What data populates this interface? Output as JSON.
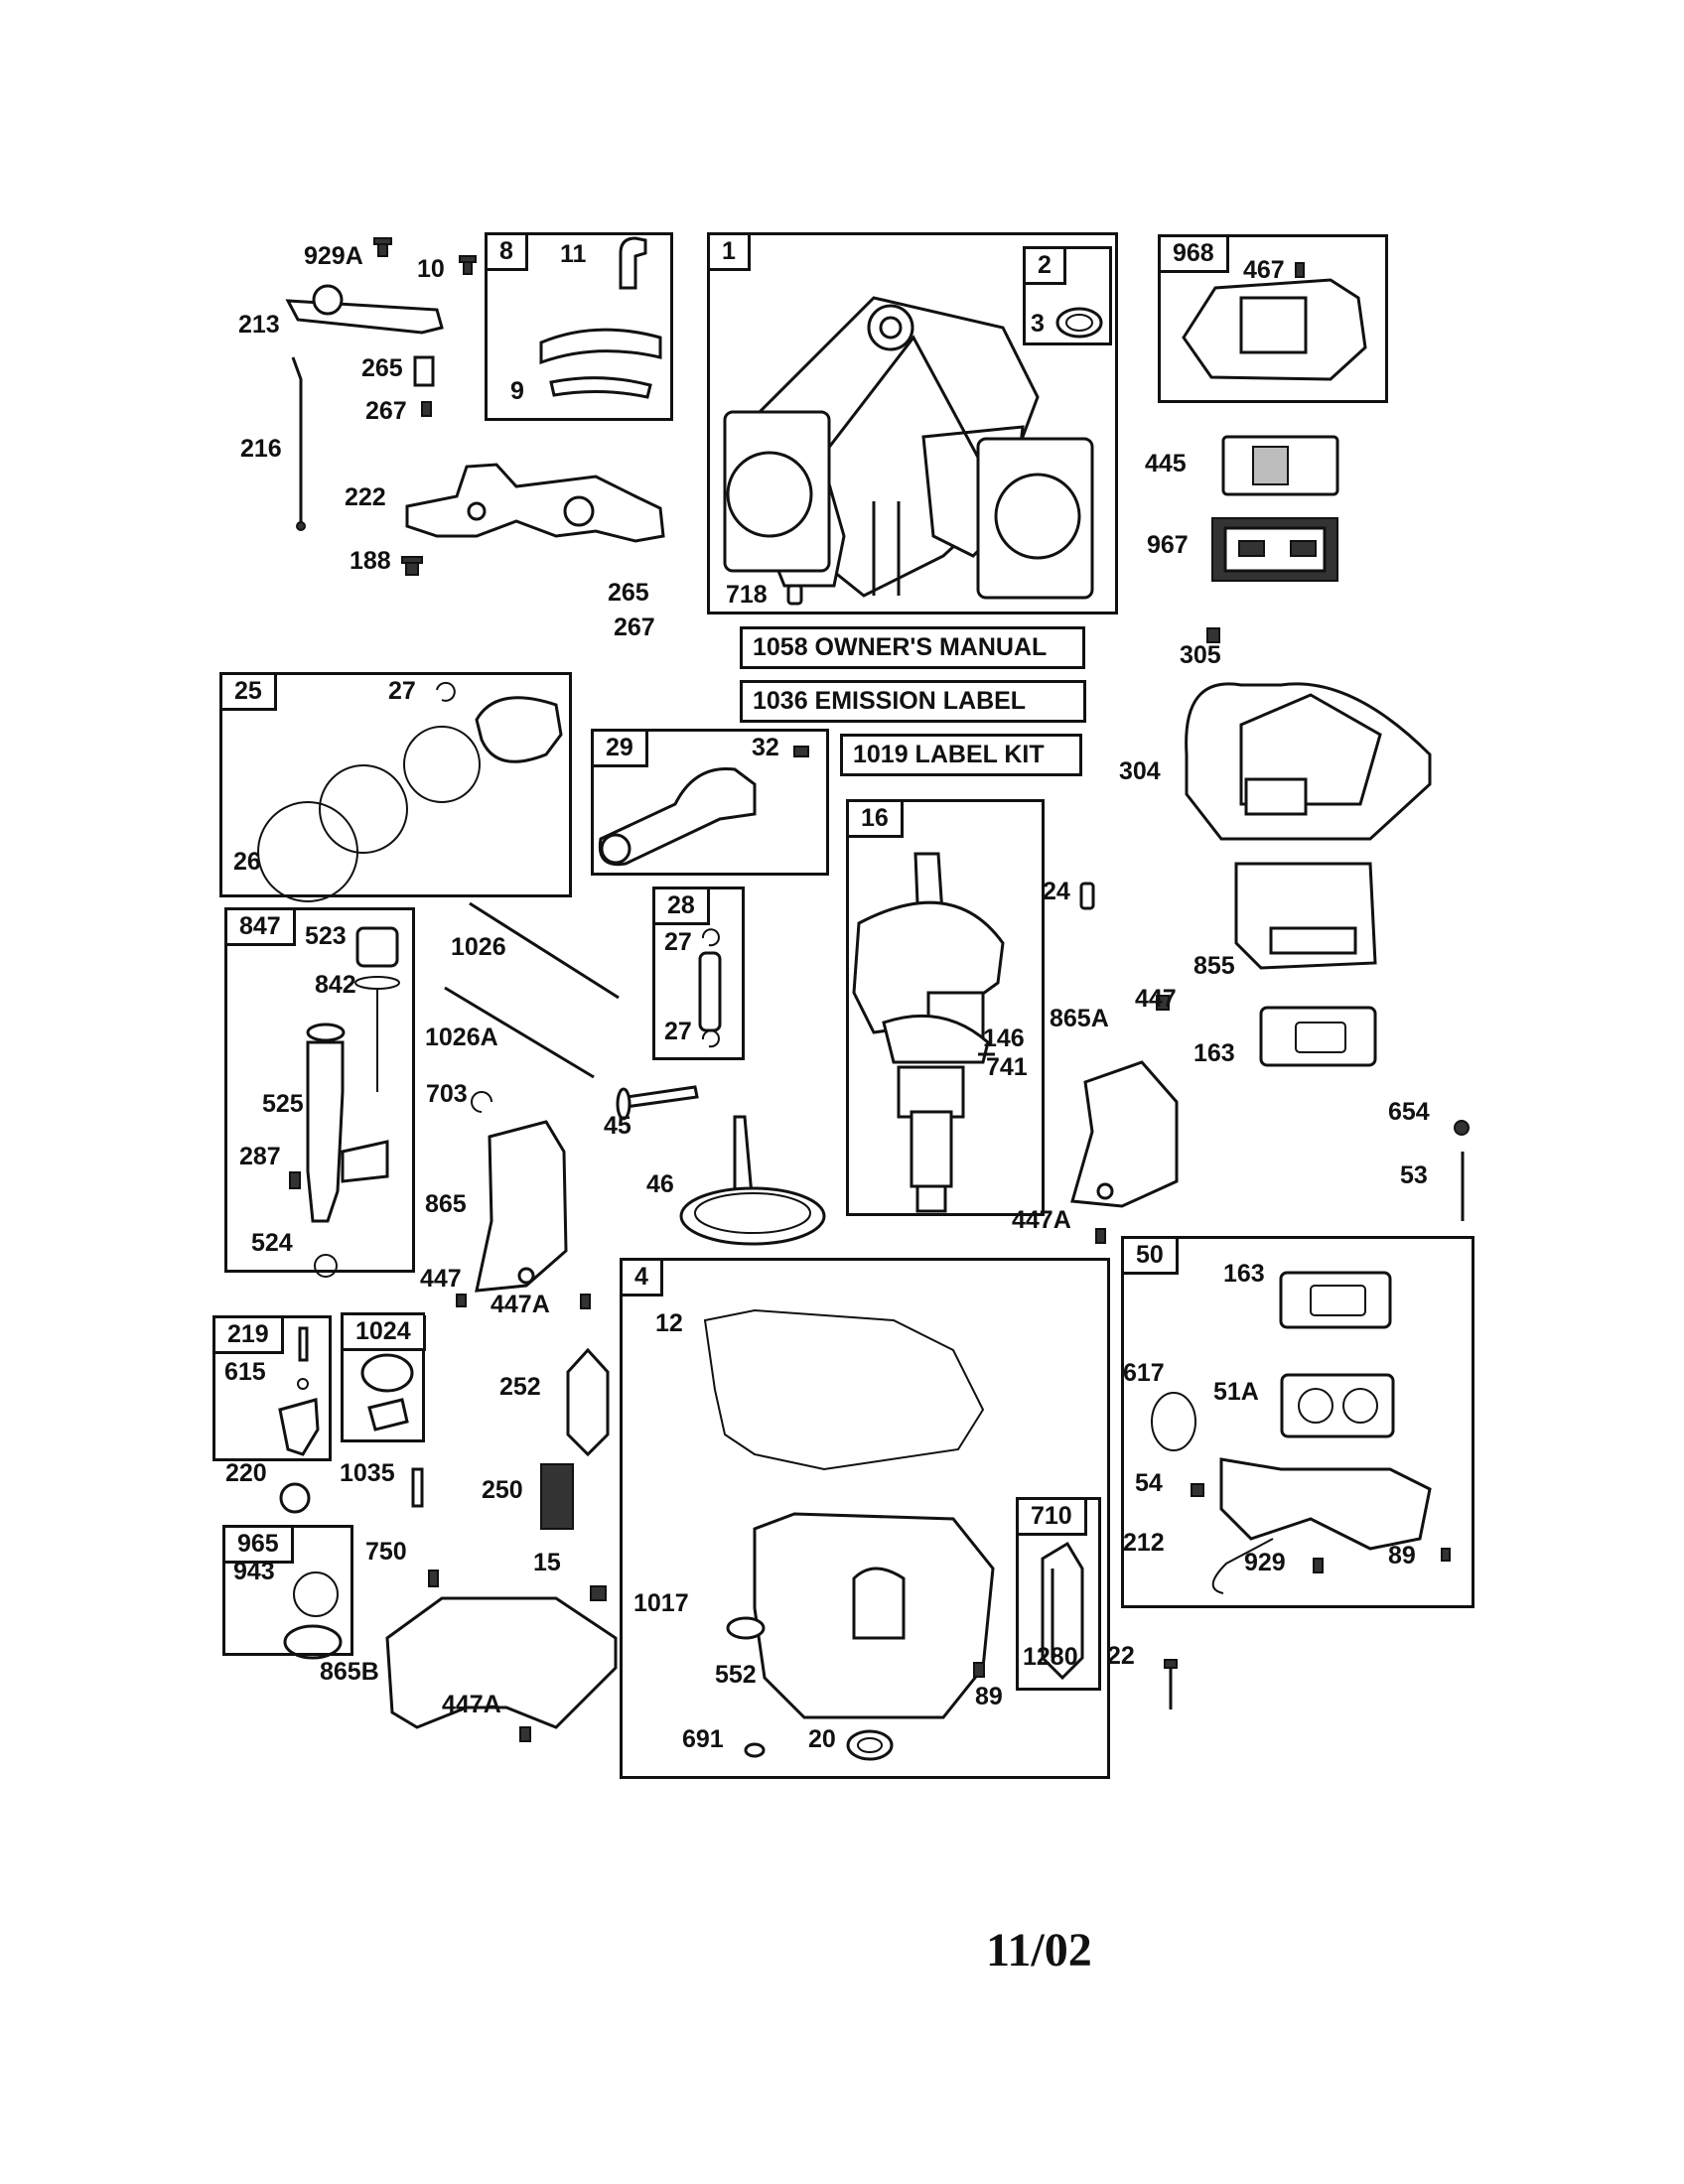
{
  "diagram": {
    "date_code": "11/02",
    "kit_labels": {
      "owners_manual": "1058 OWNER'S MANUAL",
      "emission_label": "1036 EMISSION LABEL",
      "label_kit": "1019 LABEL KIT"
    },
    "groups": {
      "g1": "1",
      "g2": "2",
      "g4": "4",
      "g8": "8",
      "g16": "16",
      "g25": "25",
      "g28": "28",
      "g29": "29",
      "g50": "50",
      "g219": "219",
      "g710": "710",
      "g847": "847",
      "g965": "965",
      "g968": "968",
      "g1024": "1024"
    },
    "callouts": {
      "p929A": "929A",
      "p10": "10",
      "p11": "11",
      "p213": "213",
      "p265a": "265",
      "p267a": "267",
      "p216": "216",
      "p9": "9",
      "p222": "222",
      "p188": "188",
      "p265b": "265",
      "p267b": "267",
      "p3": "3",
      "p718": "718",
      "p467": "467",
      "p445": "445",
      "p967": "967",
      "p305": "305",
      "p304": "304",
      "p27a": "27",
      "p26": "26",
      "p32": "32",
      "p24": "24",
      "p855": "855",
      "p523": "523",
      "p842": "842",
      "p1026": "1026",
      "p1026A": "1026A",
      "p27b": "27",
      "p27c": "27",
      "p146": "146",
      "p741": "741",
      "p865A": "865A",
      "p447a": "447",
      "p163a": "163",
      "p525": "525",
      "p703": "703",
      "p45": "45",
      "p287": "287",
      "p46": "46",
      "p654": "654",
      "p53": "53",
      "p865": "865",
      "p524": "524",
      "p447A_a": "447A",
      "p447b": "447",
      "p447A_b": "447A",
      "p12": "12",
      "p163b": "163",
      "p615": "615",
      "p252": "252",
      "p617": "617",
      "p51A": "51A",
      "p220": "220",
      "p1035": "1035",
      "p250": "250",
      "p54": "54",
      "p750": "750",
      "p943": "943",
      "p15": "15",
      "p212": "212",
      "p929": "929",
      "p89a": "89",
      "p1017": "1017",
      "p865B": "865B",
      "p552": "552",
      "p89b": "89",
      "p1280": "1280",
      "p22": "22",
      "p447A_c": "447A",
      "p691": "691",
      "p20": "20"
    }
  }
}
